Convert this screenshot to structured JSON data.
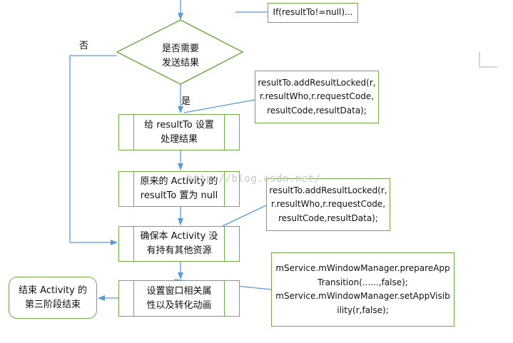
{
  "nodes": {
    "decision_send": [
      "是否需要",
      "发送结果"
    ],
    "set_result": [
      "给 resultTo 设置",
      "处理结果"
    ],
    "clear_result_to": [
      "原来的 Activity 的",
      "resultTo 置为 null"
    ],
    "ensure_no_resources": [
      "确保本 Activity 没",
      "有持有其他资源"
    ],
    "set_window_attrs": [
      "设置窗口相关属",
      "性以及转化动画"
    ],
    "end_phase": [
      "结束 Activity 的",
      "第三阶段结束"
    ]
  },
  "edge_labels": {
    "no": "否",
    "yes": "是"
  },
  "notes": {
    "if_result_to": [
      "If(resultTo!=null)..."
    ],
    "add_result_locked_1": [
      "resultTo.addResultLocked(r,",
      "r.resultWho,r.requestCode,",
      "resultCode,resultData);"
    ],
    "add_result_locked_2": [
      "resultTo.addResultLocked(r,",
      "r.resultWho,r.requestCode,",
      "resultCode,resultData);"
    ],
    "window_manager": [
      "mService.mWindowManager.prepareApp",
      "Transition(......,false);",
      "mService.mWindowManager.setAppVisib",
      "ility(r,false);"
    ]
  },
  "watermark": "http://blog.csdn.net/",
  "colors": {
    "node_border": "#70ad47",
    "connector": "#5b9bd5",
    "watermark": "#c8c8c8"
  }
}
